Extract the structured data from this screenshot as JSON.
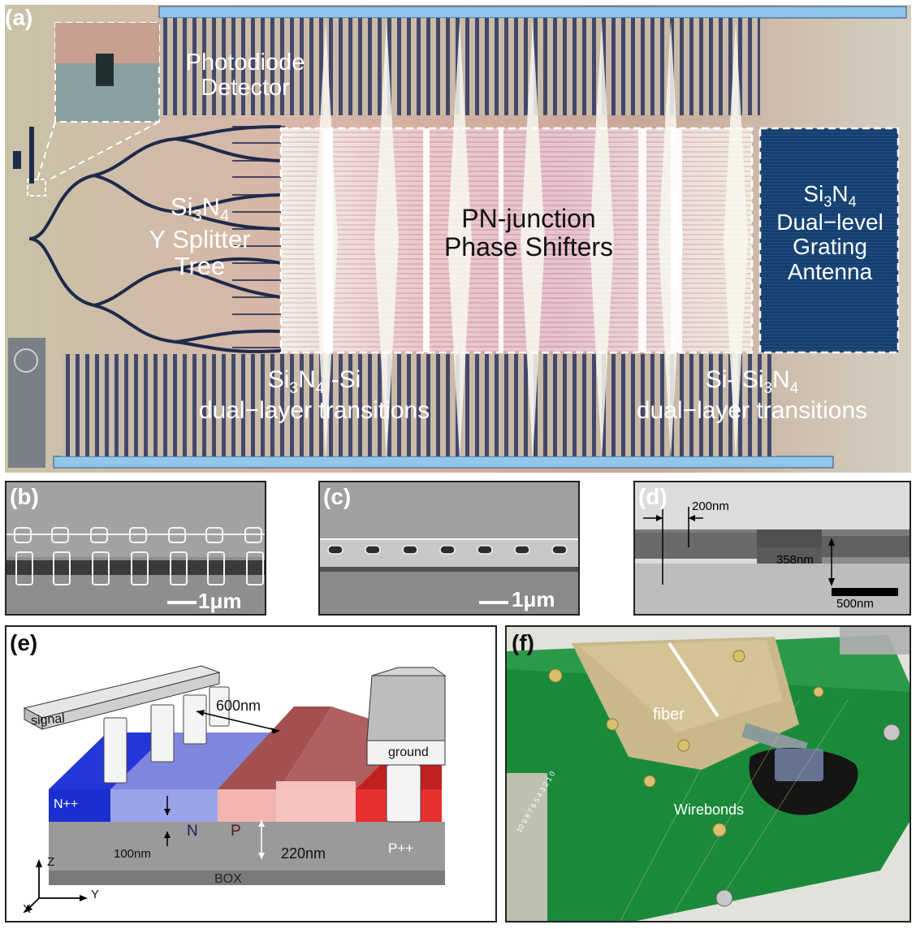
{
  "panel_a": {
    "label": "(a)",
    "photodiode": [
      "Photodiode",
      "Detector"
    ],
    "splitter": {
      "line1_pre": "Si",
      "line1_sub1": "3",
      "line1_mid": "N",
      "line1_sub2": "4",
      "line2": "Y Splitter",
      "line3": "Tree"
    },
    "phase_shifters": [
      "PN-junction",
      "Phase Shifters"
    ],
    "antenna": {
      "line1_pre": "Si",
      "line1_sub1": "3",
      "line1_mid": "N",
      "line1_sub2": "4",
      "line2": "Dual−level",
      "line3": "Grating",
      "line4": "Antenna"
    },
    "transition_left": {
      "pre": "Si",
      "sub1": "3",
      "mid": "N",
      "sub2": "4",
      "post": " -Si",
      "line2": "dual−layer transitions"
    },
    "transition_right": {
      "pre": "Si- Si",
      "sub1": "3",
      "mid": "N",
      "sub2": "4",
      "line2": "dual−layer transitions"
    }
  },
  "panel_b": {
    "label": "(b)",
    "scale": "1μm"
  },
  "panel_c": {
    "label": "(c)",
    "scale": "1μm"
  },
  "panel_d": {
    "label": "(d)",
    "width_dim": "200nm",
    "height_dim": "358nm",
    "scale": "500nm"
  },
  "panel_e": {
    "label": "(e)",
    "signal": "signal",
    "ground": "ground",
    "npp": "N++",
    "n": "N",
    "p": "P",
    "ppp": "P++",
    "box": "BOX",
    "w600": "600nm",
    "h100": "100nm",
    "h220": "220nm",
    "ax_z": "Z",
    "ax_y": "Y",
    "ax_x": "X"
  },
  "panel_f": {
    "label": "(f)",
    "fiber": "fiber",
    "wirebonds": "Wirebonds",
    "pin_labels": [
      "10",
      "9",
      "8",
      "7",
      "6",
      "5",
      "4",
      "3",
      "2",
      "1",
      "0"
    ]
  },
  "colors": {
    "npp": "#1a2fd0",
    "n": "#9aa3ea",
    "p": "#f4b5b0",
    "ppp": "#e83030",
    "pcb": "#1a8a3a",
    "antenna": "#163f6e"
  }
}
